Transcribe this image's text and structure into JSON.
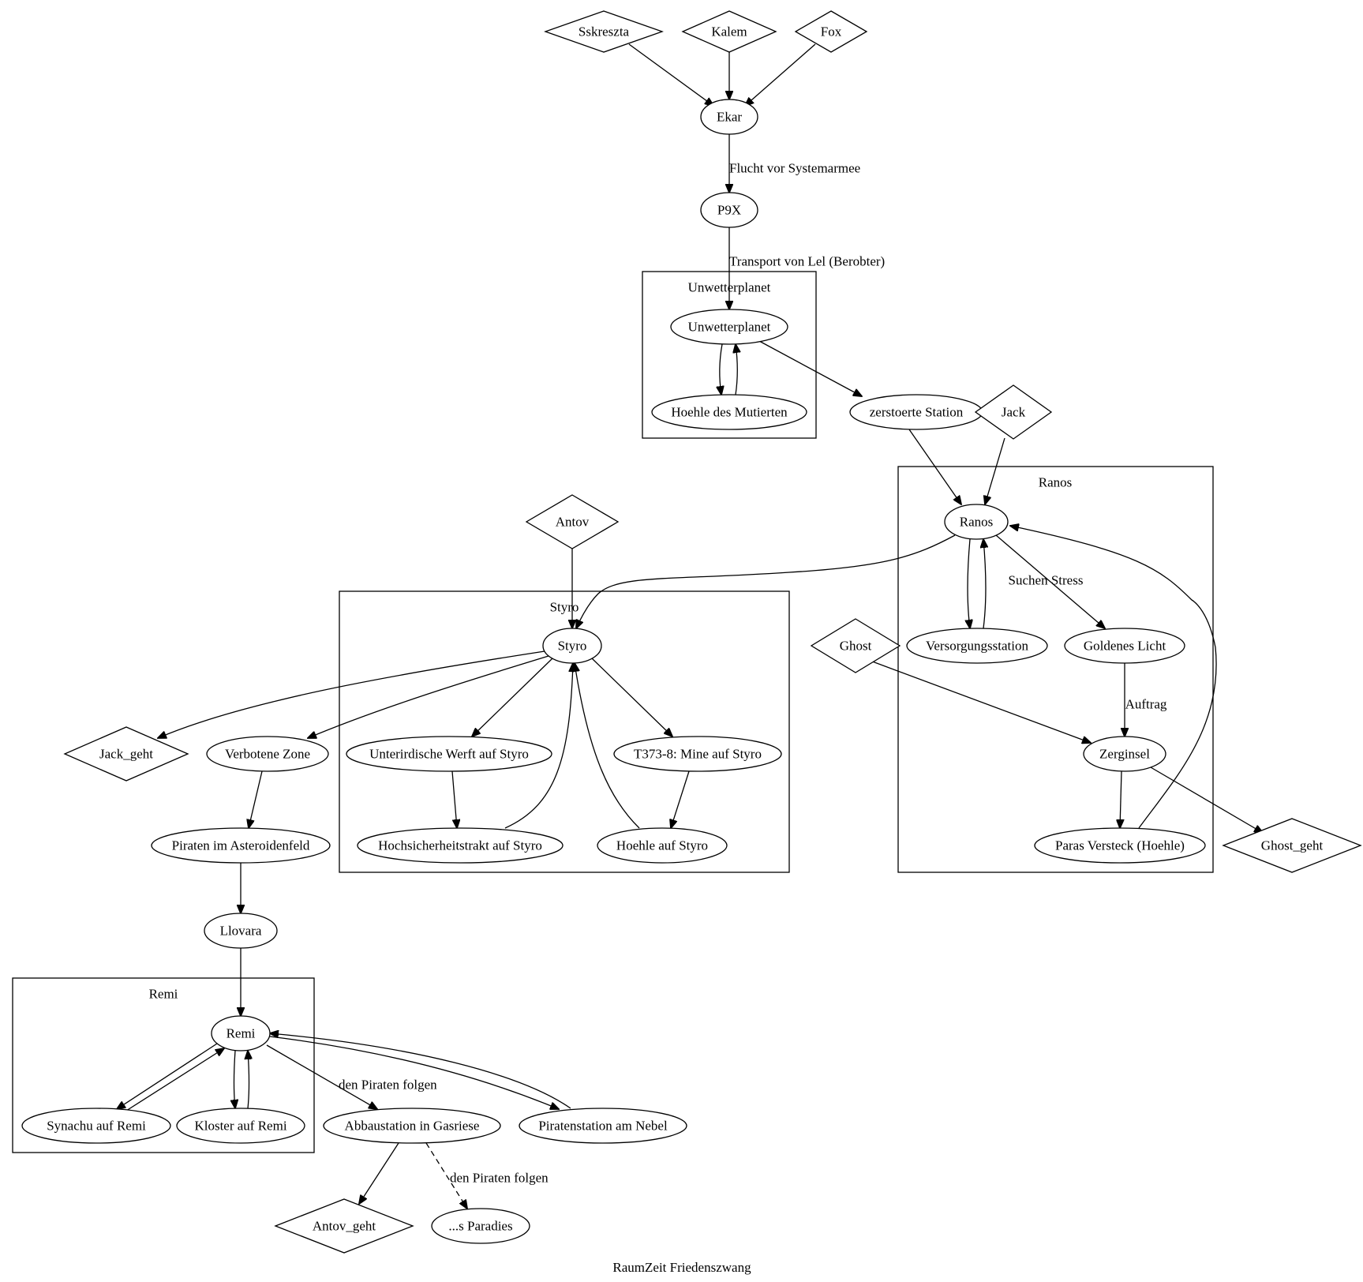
{
  "title": "RaumZeit Friedenszwang",
  "clusters": [
    {
      "id": "c_unw",
      "label": "Unwetterplanet"
    },
    {
      "id": "c_ranos",
      "label": "Ranos"
    },
    {
      "id": "c_styro",
      "label": "Styro"
    },
    {
      "id": "c_remi",
      "label": "Remi"
    }
  ],
  "nodes": [
    {
      "id": "sskreszta",
      "label": "Sskreszta",
      "shape": "diamond"
    },
    {
      "id": "kalem",
      "label": "Kalem",
      "shape": "diamond"
    },
    {
      "id": "fox",
      "label": "Fox",
      "shape": "diamond"
    },
    {
      "id": "ekar",
      "label": "Ekar",
      "shape": "ellipse"
    },
    {
      "id": "p9x",
      "label": "P9X",
      "shape": "ellipse"
    },
    {
      "id": "unwetterplanet",
      "label": "Unwetterplanet",
      "shape": "ellipse"
    },
    {
      "id": "hoehle_mutierten",
      "label": "Hoehle des Mutierten",
      "shape": "ellipse"
    },
    {
      "id": "zerstoerte_station",
      "label": "zerstoerte Station",
      "shape": "ellipse"
    },
    {
      "id": "jack",
      "label": "Jack",
      "shape": "diamond"
    },
    {
      "id": "ranos",
      "label": "Ranos",
      "shape": "ellipse"
    },
    {
      "id": "versorgungsstation",
      "label": "Versorgungsstation",
      "shape": "ellipse"
    },
    {
      "id": "goldenes_licht",
      "label": "Goldenes Licht",
      "shape": "ellipse"
    },
    {
      "id": "zerginsel",
      "label": "Zerginsel",
      "shape": "ellipse"
    },
    {
      "id": "paras_versteck",
      "label": "Paras Versteck (Hoehle)",
      "shape": "ellipse"
    },
    {
      "id": "ghost",
      "label": "Ghost",
      "shape": "diamond"
    },
    {
      "id": "ghost_geht",
      "label": "Ghost_geht",
      "shape": "diamond"
    },
    {
      "id": "antov",
      "label": "Antov",
      "shape": "diamond"
    },
    {
      "id": "styro",
      "label": "Styro",
      "shape": "ellipse"
    },
    {
      "id": "werft",
      "label": "Unterirdische Werft auf Styro",
      "shape": "ellipse"
    },
    {
      "id": "mine",
      "label": "T373-8: Mine auf Styro",
      "shape": "ellipse"
    },
    {
      "id": "hochsicherheitstrakt",
      "label": "Hochsicherheitstrakt auf Styro",
      "shape": "ellipse"
    },
    {
      "id": "hoehle_styro",
      "label": "Hoehle auf Styro",
      "shape": "ellipse"
    },
    {
      "id": "jack_geht",
      "label": "Jack_geht",
      "shape": "diamond"
    },
    {
      "id": "verbotene_zone",
      "label": "Verbotene Zone",
      "shape": "ellipse"
    },
    {
      "id": "piraten_asteroidenfeld",
      "label": "Piraten im Asteroidenfeld",
      "shape": "ellipse"
    },
    {
      "id": "llovara",
      "label": "Llovara",
      "shape": "ellipse"
    },
    {
      "id": "remi",
      "label": "Remi",
      "shape": "ellipse"
    },
    {
      "id": "synachu",
      "label": "Synachu auf Remi",
      "shape": "ellipse"
    },
    {
      "id": "kloster",
      "label": "Kloster auf Remi",
      "shape": "ellipse"
    },
    {
      "id": "abbaustation",
      "label": "Abbaustation in Gasriese",
      "shape": "ellipse"
    },
    {
      "id": "piratenstation",
      "label": "Piratenstation am Nebel",
      "shape": "ellipse"
    },
    {
      "id": "antov_geht",
      "label": "Antov_geht",
      "shape": "diamond"
    },
    {
      "id": "paradies",
      "label": "...s Paradies",
      "shape": "ellipse"
    }
  ],
  "edges": [
    {
      "id": "e1",
      "from": "sskreszta",
      "to": "ekar",
      "label": ""
    },
    {
      "id": "e2",
      "from": "kalem",
      "to": "ekar",
      "label": ""
    },
    {
      "id": "e3",
      "from": "fox",
      "to": "ekar",
      "label": ""
    },
    {
      "id": "e4",
      "from": "ekar",
      "to": "p9x",
      "label": "Flucht vor Systemarmee"
    },
    {
      "id": "e5",
      "from": "p9x",
      "to": "unwetterplanet",
      "label": "Transport von Lel (Berobter)"
    },
    {
      "id": "e6",
      "from": "unwetterplanet",
      "to": "hoehle_mutierten",
      "label": ""
    },
    {
      "id": "e7",
      "from": "hoehle_mutierten",
      "to": "unwetterplanet",
      "label": ""
    },
    {
      "id": "e8",
      "from": "unwetterplanet",
      "to": "zerstoerte_station",
      "label": ""
    },
    {
      "id": "e9",
      "from": "zerstoerte_station",
      "to": "ranos",
      "label": ""
    },
    {
      "id": "e10",
      "from": "jack",
      "to": "ranos",
      "label": ""
    },
    {
      "id": "e11",
      "from": "ranos",
      "to": "styro",
      "label": ""
    },
    {
      "id": "e12",
      "from": "ranos",
      "to": "versorgungsstation",
      "label": ""
    },
    {
      "id": "e13",
      "from": "versorgungsstation",
      "to": "ranos",
      "label": ""
    },
    {
      "id": "e14",
      "from": "ranos",
      "to": "goldenes_licht",
      "label": "Suchen Stress"
    },
    {
      "id": "e15",
      "from": "goldenes_licht",
      "to": "zerginsel",
      "label": "Auftrag"
    },
    {
      "id": "e16",
      "from": "zerginsel",
      "to": "paras_versteck",
      "label": ""
    },
    {
      "id": "e17",
      "from": "paras_versteck",
      "to": "ranos",
      "label": ""
    },
    {
      "id": "e18",
      "from": "zerginsel",
      "to": "ghost_geht",
      "label": ""
    },
    {
      "id": "e19",
      "from": "ghost",
      "to": "zerginsel",
      "label": ""
    },
    {
      "id": "e20",
      "from": "antov",
      "to": "styro",
      "label": ""
    },
    {
      "id": "e21",
      "from": "styro",
      "to": "jack_geht",
      "label": ""
    },
    {
      "id": "e22",
      "from": "styro",
      "to": "verbotene_zone",
      "label": ""
    },
    {
      "id": "e23",
      "from": "styro",
      "to": "werft",
      "label": ""
    },
    {
      "id": "e24",
      "from": "styro",
      "to": "mine",
      "label": ""
    },
    {
      "id": "e25",
      "from": "werft",
      "to": "hochsicherheitstrakt",
      "label": ""
    },
    {
      "id": "e26",
      "from": "hochsicherheitstrakt",
      "to": "styro",
      "label": ""
    },
    {
      "id": "e27",
      "from": "mine",
      "to": "hoehle_styro",
      "label": ""
    },
    {
      "id": "e28",
      "from": "hoehle_styro",
      "to": "styro",
      "label": ""
    },
    {
      "id": "e29",
      "from": "verbotene_zone",
      "to": "piraten_asteroidenfeld",
      "label": ""
    },
    {
      "id": "e30",
      "from": "piraten_asteroidenfeld",
      "to": "llovara",
      "label": ""
    },
    {
      "id": "e31",
      "from": "llovara",
      "to": "remi",
      "label": ""
    },
    {
      "id": "e32",
      "from": "remi",
      "to": "synachu",
      "label": ""
    },
    {
      "id": "e33",
      "from": "synachu",
      "to": "remi",
      "label": ""
    },
    {
      "id": "e34",
      "from": "remi",
      "to": "kloster",
      "label": ""
    },
    {
      "id": "e35",
      "from": "kloster",
      "to": "remi",
      "label": ""
    },
    {
      "id": "e36",
      "from": "remi",
      "to": "abbaustation",
      "label": "den Piraten folgen"
    },
    {
      "id": "e37",
      "from": "remi",
      "to": "piratenstation",
      "label": ""
    },
    {
      "id": "e38",
      "from": "piratenstation",
      "to": "remi",
      "label": ""
    },
    {
      "id": "e39",
      "from": "abbaustation",
      "to": "antov_geht",
      "label": ""
    },
    {
      "id": "e40",
      "from": "abbaustation",
      "to": "paradies",
      "label": "den Piraten folgen",
      "style": "dashed"
    }
  ]
}
